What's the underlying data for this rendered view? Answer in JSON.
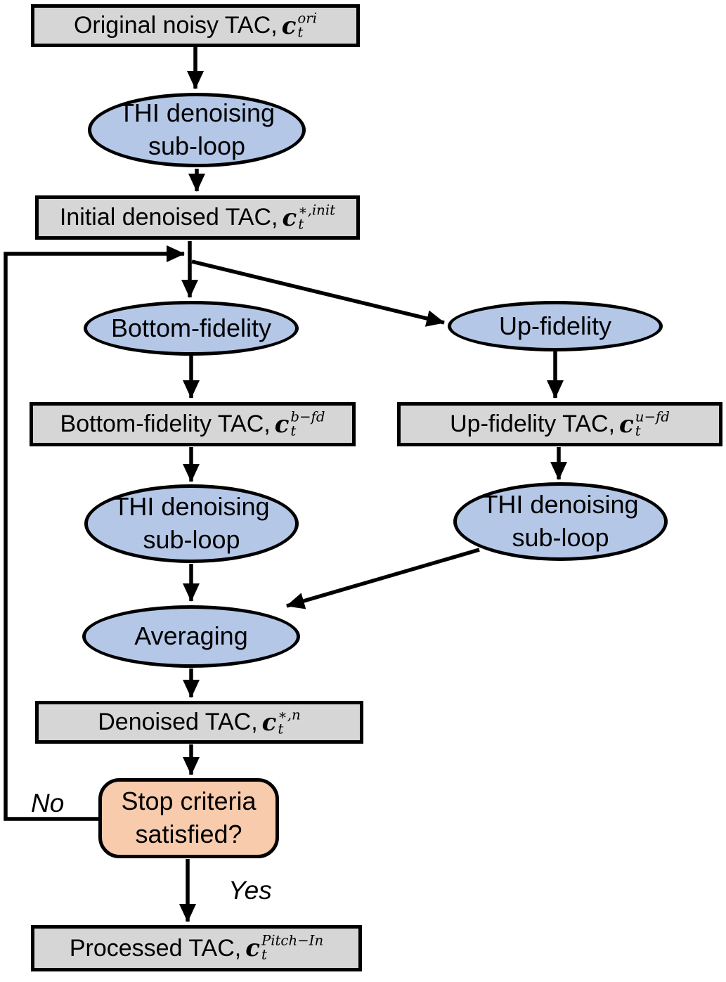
{
  "diagram": {
    "title_semantic": "TAC denoising iterative flowchart",
    "nodes": {
      "original": {
        "label": "Original noisy TAC,",
        "var": "c",
        "sub": "t",
        "sup": "ori"
      },
      "thi1": {
        "line1": "THI denoising",
        "line2": "sub-loop"
      },
      "initial": {
        "label": "Initial denoised TAC,",
        "var": "c",
        "sub": "t",
        "sup": "∗,init"
      },
      "bottom_fidelity": {
        "label": "Bottom-fidelity"
      },
      "up_fidelity": {
        "label": "Up-fidelity"
      },
      "bottom_tac": {
        "label": "Bottom-fidelity TAC,",
        "var": "c",
        "sub": "t",
        "sup": "b−fd"
      },
      "up_tac": {
        "label": "Up-fidelity TAC,",
        "var": "c",
        "sub": "t",
        "sup": "u−fd"
      },
      "thi2": {
        "line1": "THI denoising",
        "line2": "sub-loop"
      },
      "thi3": {
        "line1": "THI denoising",
        "line2": "sub-loop"
      },
      "averaging": {
        "label": "Averaging"
      },
      "denoised": {
        "label": "Denoised TAC,",
        "var": "c",
        "sub": "t",
        "sup": "∗,n"
      },
      "stop": {
        "line1": "Stop criteria",
        "line2": "satisfied?"
      },
      "processed": {
        "label": "Processed TAC,",
        "var": "c",
        "sub": "t",
        "sup": "Pitch−In"
      }
    },
    "edge_labels": {
      "no": "No",
      "yes": "Yes"
    },
    "colors": {
      "box_fill": "#d6d6d6",
      "ellipse_fill": "#b4c7e7",
      "decision_fill": "#f8cbad",
      "stroke": "#000000"
    }
  }
}
